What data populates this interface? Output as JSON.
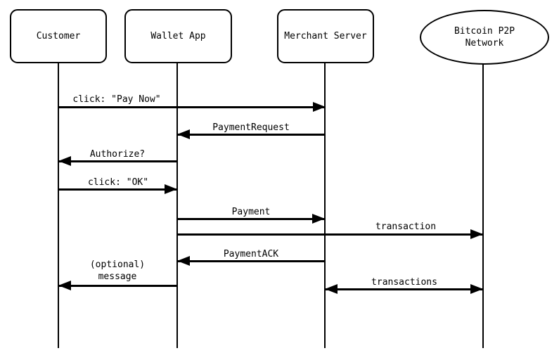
{
  "diagram": {
    "type": "sequence-diagram",
    "colors": {
      "line": "#000000",
      "background": "#ffffff",
      "text": "#000000"
    },
    "actors": [
      {
        "id": "customer",
        "label": "Customer",
        "shape": "rounded-rect"
      },
      {
        "id": "wallet-app",
        "label": "Wallet App",
        "shape": "rounded-rect"
      },
      {
        "id": "merchant-server",
        "label": "Merchant Server",
        "shape": "rounded-rect"
      },
      {
        "id": "bitcoin-p2p-network",
        "label": "Bitcoin P2P Network",
        "label_lines": [
          "Bitcoin P2P",
          "Network"
        ],
        "shape": "ellipse"
      }
    ],
    "messages": [
      {
        "label": "click: \"Pay Now\"",
        "from": "Customer",
        "to": "Merchant Server",
        "arrow": "right"
      },
      {
        "label": "PaymentRequest",
        "from": "Merchant Server",
        "to": "Wallet App",
        "arrow": "left"
      },
      {
        "label": "Authorize?",
        "from": "Wallet App",
        "to": "Customer",
        "arrow": "left"
      },
      {
        "label": "click: \"OK\"",
        "from": "Customer",
        "to": "Wallet App",
        "arrow": "right"
      },
      {
        "label": "Payment",
        "from": "Wallet App",
        "to": "Merchant Server",
        "arrow": "right"
      },
      {
        "label": "transaction",
        "from": "Wallet App",
        "to": "Bitcoin P2P Network",
        "arrow": "right"
      },
      {
        "label": "PaymentACK",
        "from": "Merchant Server",
        "to": "Wallet App",
        "arrow": "left"
      },
      {
        "label": "(optional) message",
        "label_lines": [
          "(optional)",
          "message"
        ],
        "from": "Wallet App",
        "to": "Customer",
        "arrow": "left"
      },
      {
        "label": "transactions",
        "from": "Merchant Server",
        "to": "Bitcoin P2P Network",
        "arrow": "both"
      }
    ]
  }
}
